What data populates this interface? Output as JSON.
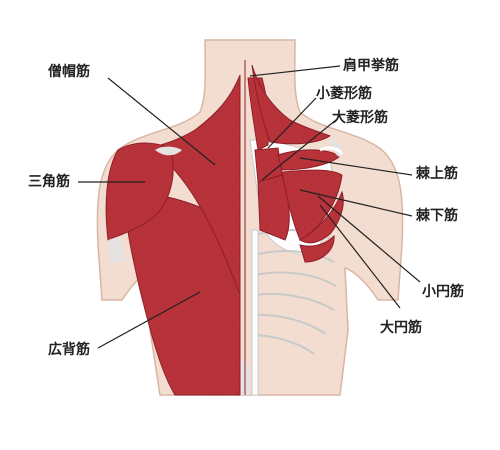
{
  "labels": {
    "trapezius": "僧帽筋",
    "levator_scapulae": "肩甲挙筋",
    "rhomboid_minor": "小菱形筋",
    "rhomboid_major": "大菱形筋",
    "deltoid": "三角筋",
    "supraspinatus": "棘上筋",
    "infraspinatus": "棘下筋",
    "teres_minor": "小円筋",
    "teres_major": "大円筋",
    "latissimus_dorsi": "広背筋"
  },
  "colors": {
    "muscle": "#b8323a",
    "muscle_dark": "#8e1f28",
    "skin": "#f3ddd0",
    "skin_outline": "#d9b5a3",
    "bone": "#ffffff",
    "bone_outline": "#c9c9c9",
    "tendon": "#e7e2e2",
    "leader_line": "#222222"
  }
}
